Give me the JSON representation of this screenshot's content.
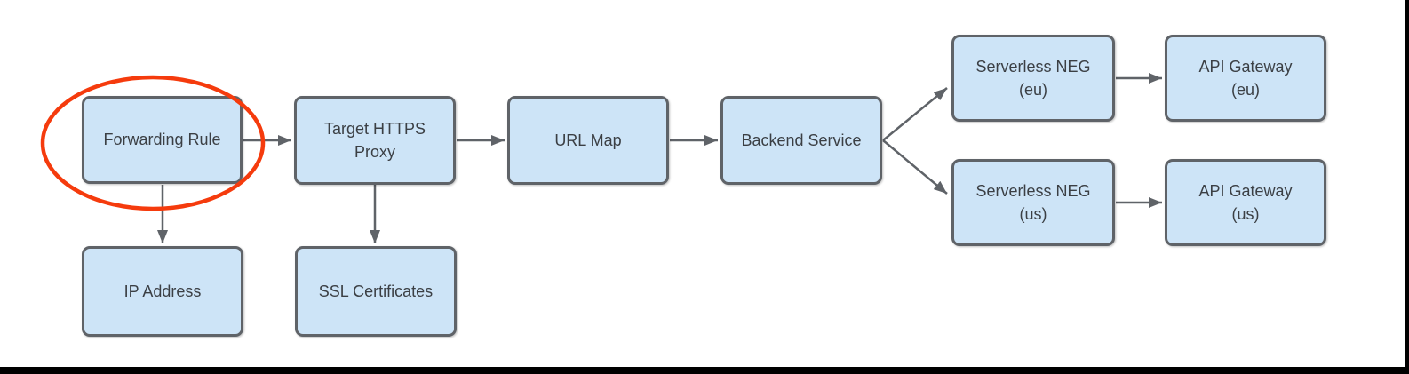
{
  "diagram": {
    "type": "flowchart",
    "title": "",
    "nodes": [
      {
        "id": "forwarding-rule",
        "label": "Forwarding Rule",
        "highlighted": true
      },
      {
        "id": "target-https-proxy",
        "label": "Target HTTPS\nProxy"
      },
      {
        "id": "url-map",
        "label": "URL Map"
      },
      {
        "id": "backend-service",
        "label": "Backend Service"
      },
      {
        "id": "serverless-neg-eu",
        "label": "Serverless NEG\n(eu)"
      },
      {
        "id": "api-gateway-eu",
        "label": "API Gateway\n(eu)"
      },
      {
        "id": "serverless-neg-us",
        "label": "Serverless NEG\n(us)"
      },
      {
        "id": "api-gateway-us",
        "label": "API Gateway\n(us)"
      },
      {
        "id": "ip-address",
        "label": "IP Address"
      },
      {
        "id": "ssl-certificates",
        "label": "SSL Certificates"
      }
    ],
    "edges": [
      {
        "from": "forwarding-rule",
        "to": "target-https-proxy",
        "direction": "right"
      },
      {
        "from": "forwarding-rule",
        "to": "ip-address",
        "direction": "down"
      },
      {
        "from": "target-https-proxy",
        "to": "url-map",
        "direction": "right"
      },
      {
        "from": "target-https-proxy",
        "to": "ssl-certificates",
        "direction": "down"
      },
      {
        "from": "url-map",
        "to": "backend-service",
        "direction": "right"
      },
      {
        "from": "backend-service",
        "to": "serverless-neg-eu",
        "direction": "up-right"
      },
      {
        "from": "backend-service",
        "to": "serverless-neg-us",
        "direction": "down-right"
      },
      {
        "from": "serverless-neg-eu",
        "to": "api-gateway-eu",
        "direction": "right"
      },
      {
        "from": "serverless-neg-us",
        "to": "api-gateway-us",
        "direction": "right"
      }
    ],
    "annotations": [
      {
        "type": "ellipse",
        "target": "forwarding-rule",
        "style": "hand-circled",
        "color": "#f53b0d"
      }
    ],
    "colors": {
      "background": "#ffffff",
      "node_fill": "#cde4f7",
      "node_border": "#5f6368",
      "text": "#3b3f44",
      "connector": "#5f6368",
      "highlight": "#f53b0d",
      "frame": "#000000"
    }
  }
}
